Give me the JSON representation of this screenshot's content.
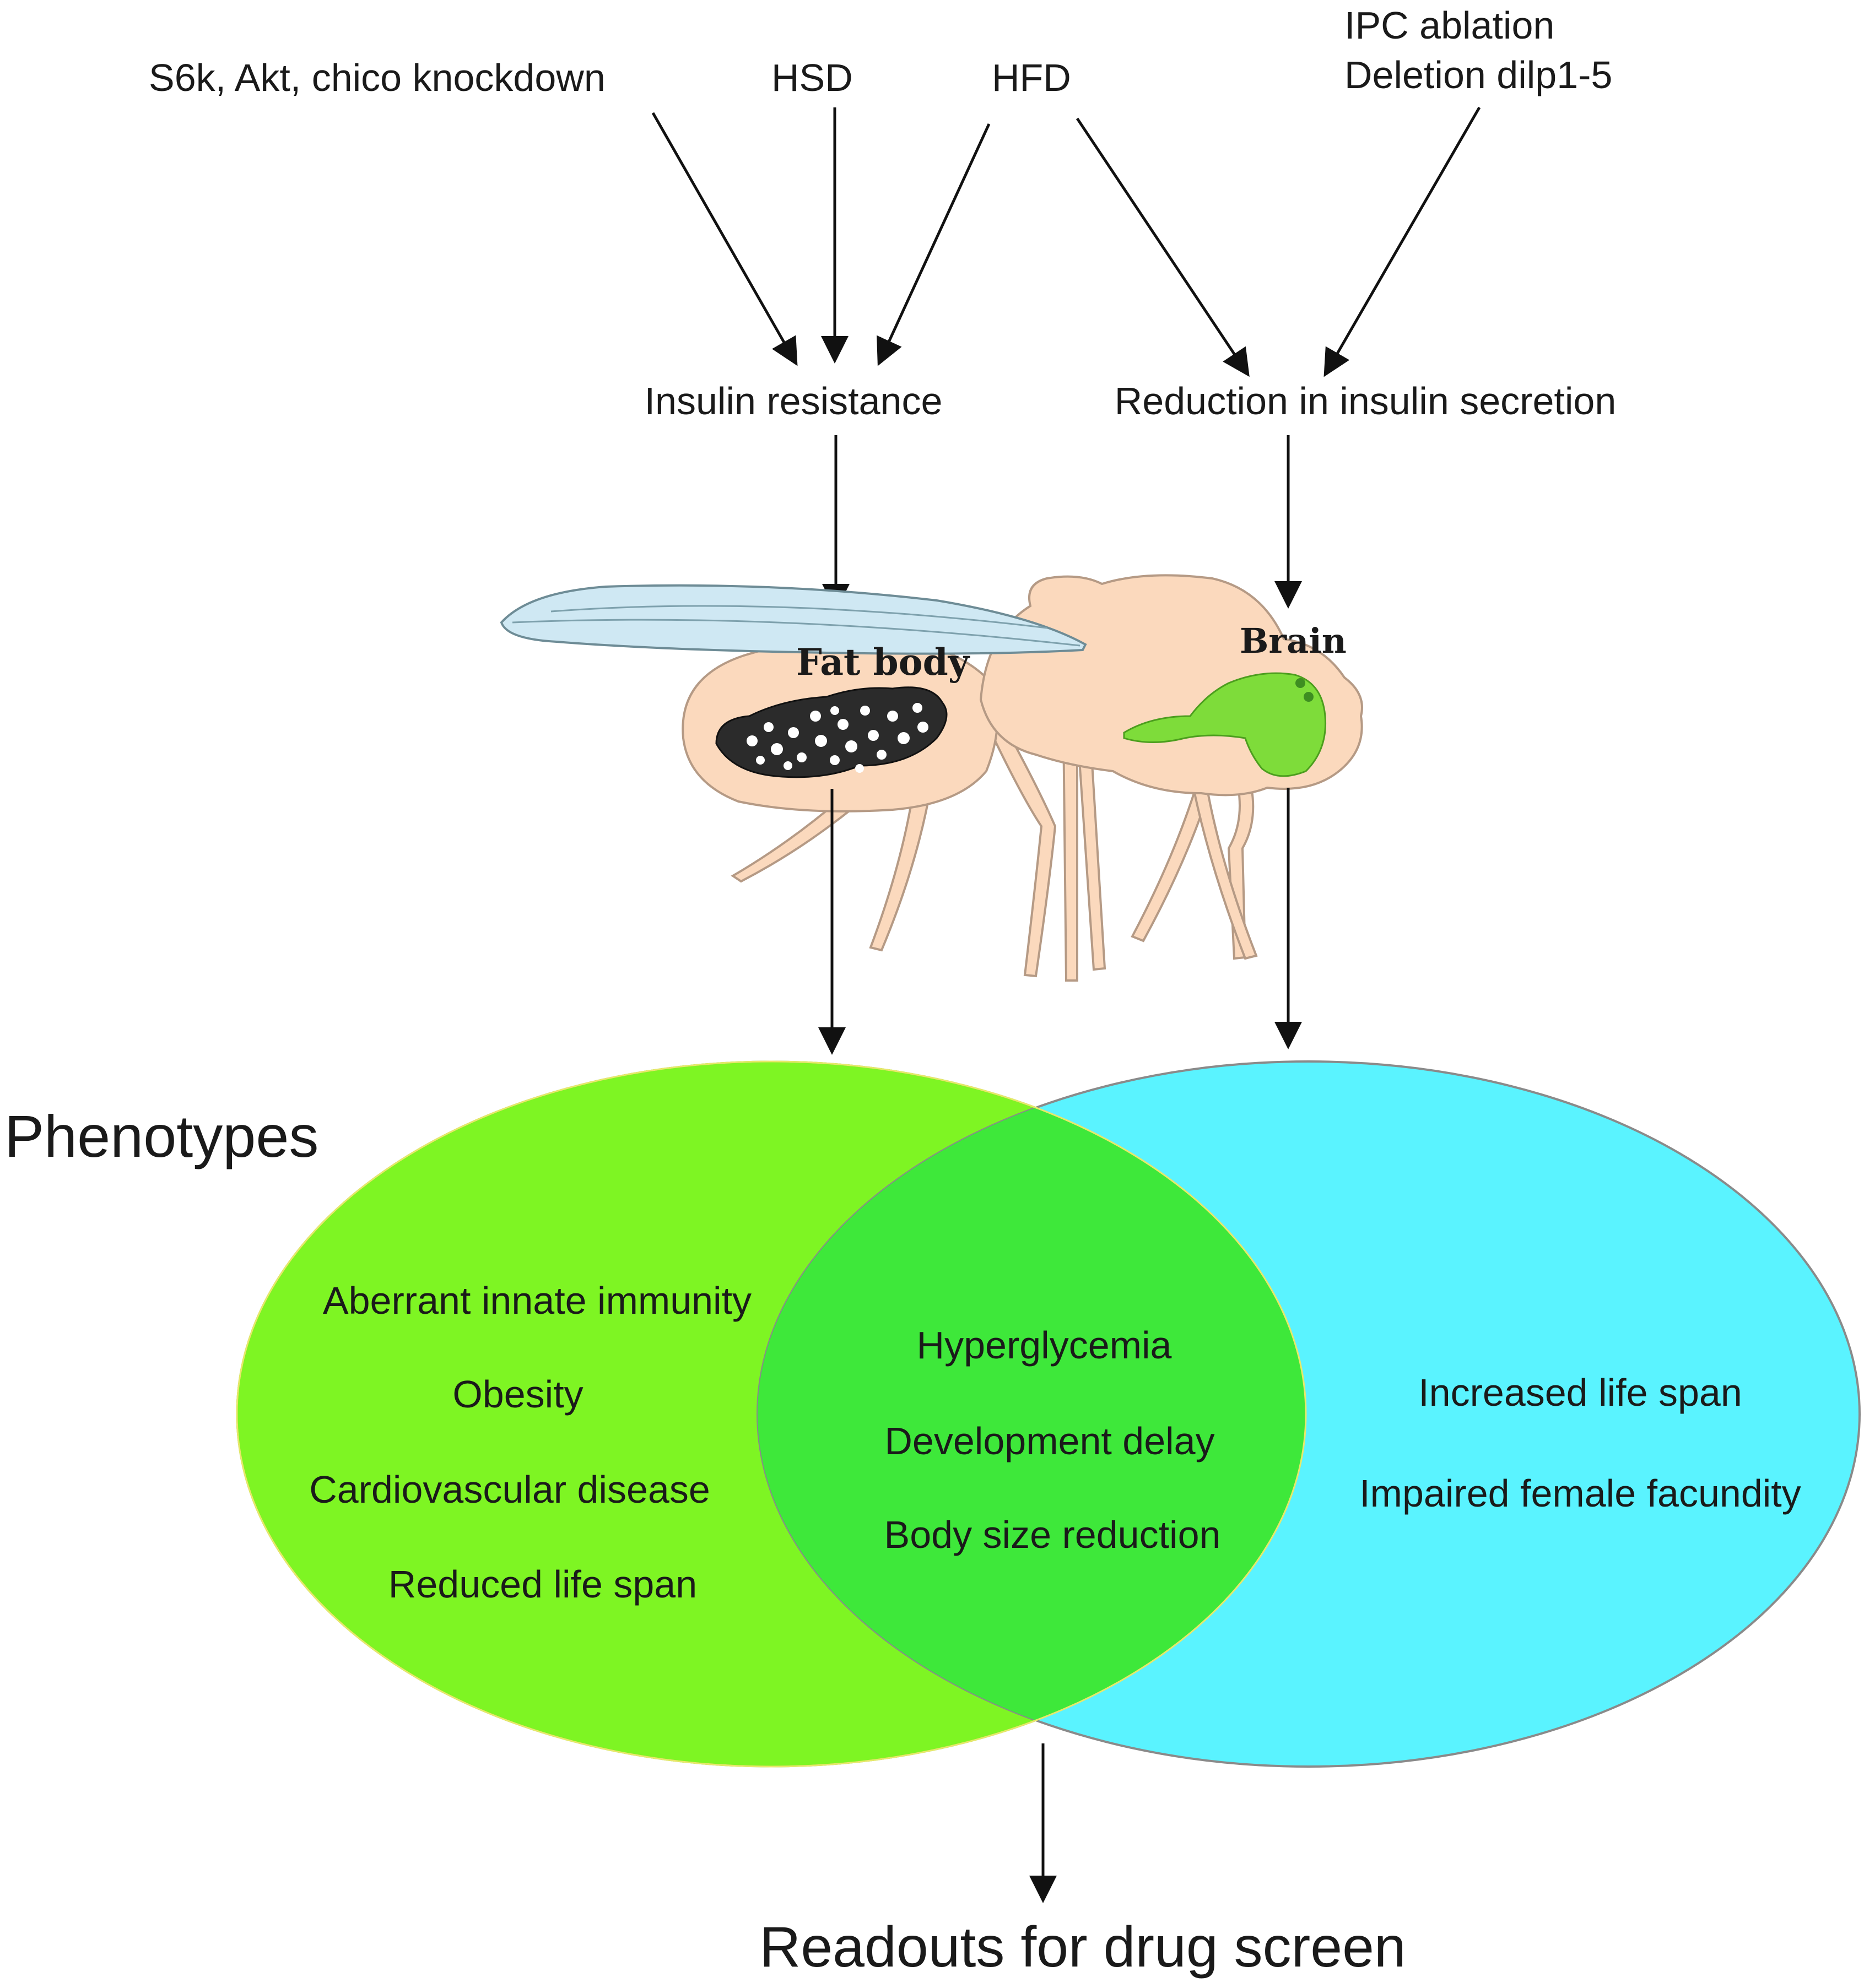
{
  "inputs": {
    "genetic": "S6k, Akt, chico  knockdown",
    "hsd": "HSD",
    "hfd": "HFD",
    "ipc_line1": "IPC ablation",
    "ipc_line2": "Deletion dilp1-5"
  },
  "mechanisms": {
    "insulin_resistance": "Insulin resistance",
    "reduced_secretion": "Reduction in insulin secretion"
  },
  "fly": {
    "fat_body_label": "Fat body",
    "brain_label": "Brain",
    "colors": {
      "body": "#fbd9bd",
      "wing": "#cfe8f3",
      "fat_body": "#2b2b2b",
      "brain": "#7edc3a"
    }
  },
  "venn": {
    "title": "Phenotypes",
    "left_color": "#7ef523",
    "right_color": "#5af3ff",
    "overlap_color": "#3ee83a",
    "left_items": [
      "Aberrant innate immunity",
      "Obesity",
      "Cardiovascular disease",
      "Reduced life span"
    ],
    "overlap_items": [
      "Hyperglycemia",
      "Development delay",
      "Body size reduction"
    ],
    "right_items": [
      "Increased life span",
      "Impaired female facundity"
    ]
  },
  "output": {
    "label": "Readouts for drug screen"
  }
}
